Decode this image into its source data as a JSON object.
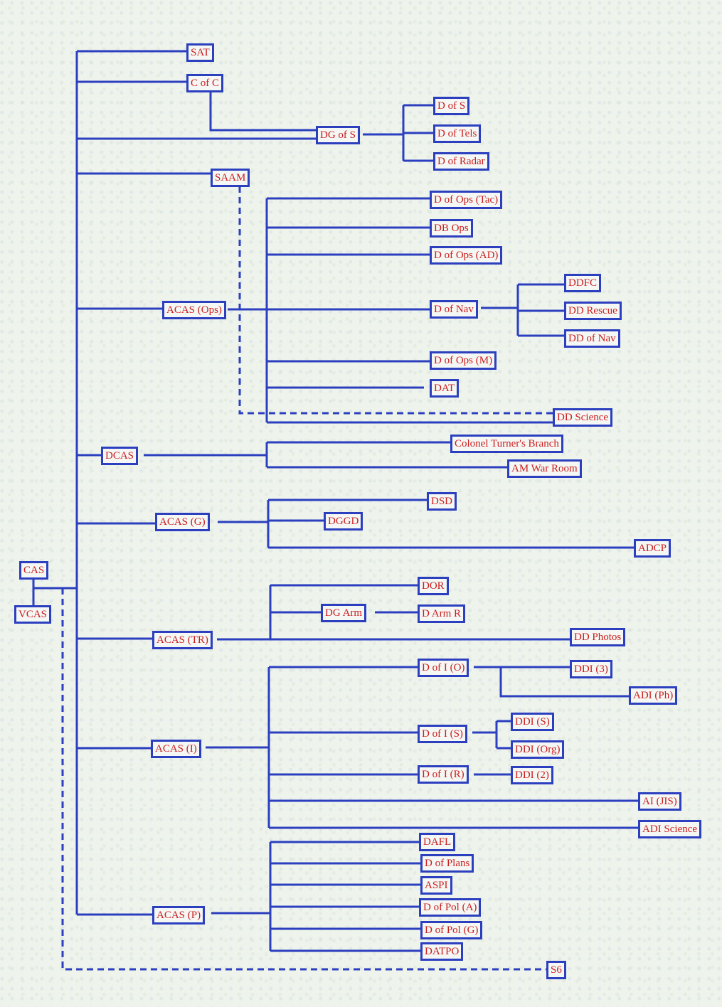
{
  "nodes": {
    "cas": "CAS",
    "vcas": "VCAS",
    "sat": "SAT",
    "c_of_c": "C of C",
    "dg_of_s": "DG of S",
    "d_of_s": "D of S",
    "d_of_tels": "D of Tels",
    "d_of_radar": "D of Radar",
    "saam": "SAAM",
    "d_of_ops_tac": "D of Ops (Tac)",
    "db_ops": "DB Ops",
    "d_of_ops_ad": "D of Ops (AD)",
    "acas_ops": "ACAS (Ops)",
    "d_of_nav": "D of Nav",
    "ddfc": "DDFC",
    "dd_rescue": "DD Rescue",
    "dd_of_nav": "DD of Nav",
    "d_of_ops_m": "D of Ops (M)",
    "dat": "DAT",
    "dd_science": "DD Science",
    "dcas": "DCAS",
    "colonel_turner": "Colonel Turner's Branch",
    "am_war_room": "AM War Room",
    "acas_g": "ACAS (G)",
    "dsd": "DSD",
    "dggd": "DGGD",
    "adcp": "ADCP",
    "dor": "DOR",
    "dg_arm": "DG Arm",
    "d_arm_r": "D Arm R",
    "acas_tr": "ACAS (TR)",
    "dd_photos": "DD Photos",
    "d_of_i_o": "D of I (O)",
    "ddi_3": "DDI (3)",
    "adi_ph": "ADI (Ph)",
    "d_of_i_s": "D of I (S)",
    "ddi_s": "DDI (S)",
    "ddi_org": "DDI (Org)",
    "acas_i": "ACAS (I)",
    "d_of_i_r": "D of I (R)",
    "ddi_2": "DDI (2)",
    "ai_jis": "AI (JIS)",
    "adi_science": "ADI Science",
    "dafl": "DAFL",
    "d_of_plans": "D of Plans",
    "aspi": "ASPI",
    "acas_p": "ACAS (P)",
    "d_of_pol_a": "D of Pol (A)",
    "d_of_pol_g": "D of Pol (G)",
    "datpo": "DATPO",
    "s6": "S6"
  },
  "colors": {
    "line": "#2b3fbf",
    "text": "#cc1e1e",
    "background": "#eef3ec"
  }
}
